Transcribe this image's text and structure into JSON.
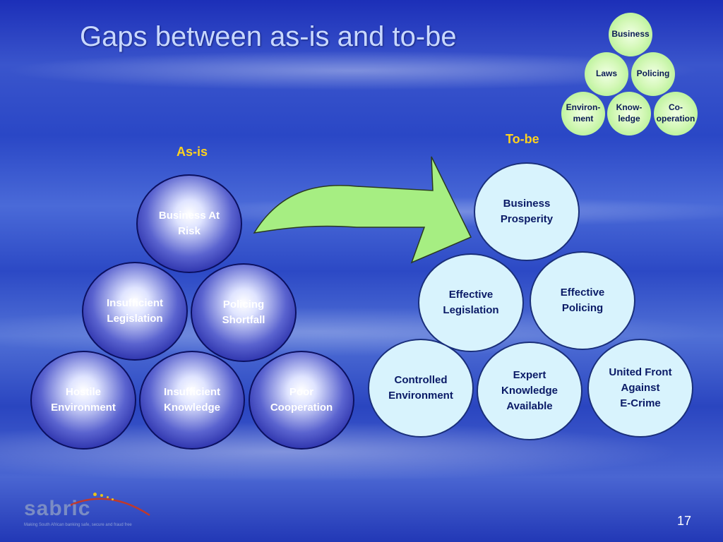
{
  "slide": {
    "title": "Gaps between as-is and to-be",
    "page_number": "17"
  },
  "as_is": {
    "label": "As-is",
    "circles": {
      "top": [
        "Business At",
        "Risk"
      ],
      "mid_left": [
        "Insufficient",
        "Legislation"
      ],
      "mid_right": [
        "Policing",
        "Shortfall"
      ],
      "bottom_left": [
        "Hostile",
        "Environment"
      ],
      "bottom_mid": [
        "Insufficient",
        "Knowledge"
      ],
      "bottom_right": [
        "Poor",
        "Cooperation"
      ]
    }
  },
  "to_be": {
    "label": "To-be",
    "circles": {
      "top": [
        "Business",
        "Prosperity"
      ],
      "mid_left": [
        "Effective",
        "Legislation"
      ],
      "mid_right": [
        "Effective",
        "Policing"
      ],
      "bottom_left": [
        "Controlled",
        "Environment"
      ],
      "bottom_mid": [
        "Expert",
        "Knowledge",
        "Available"
      ],
      "bottom_right": [
        "United Front",
        "Against",
        "E-Crime"
      ]
    }
  },
  "mini_pyramid": {
    "top": "Business",
    "mid_left": "Laws",
    "mid_right": "Policing",
    "bottom_left": [
      "Environ-",
      "ment"
    ],
    "bottom_mid": [
      "Know-",
      "ledge"
    ],
    "bottom_right": [
      "Co-",
      "operation"
    ]
  },
  "logo": {
    "name": "sabric",
    "tagline": "Making South African banking safe, secure and fraud free"
  },
  "colors": {
    "title": "#c8d8ff",
    "section_label": "#ffd21e",
    "arrow_fill": "#a6ee82",
    "light_circle": "#d8f3fd",
    "dark_circle": "#1d22a0"
  }
}
